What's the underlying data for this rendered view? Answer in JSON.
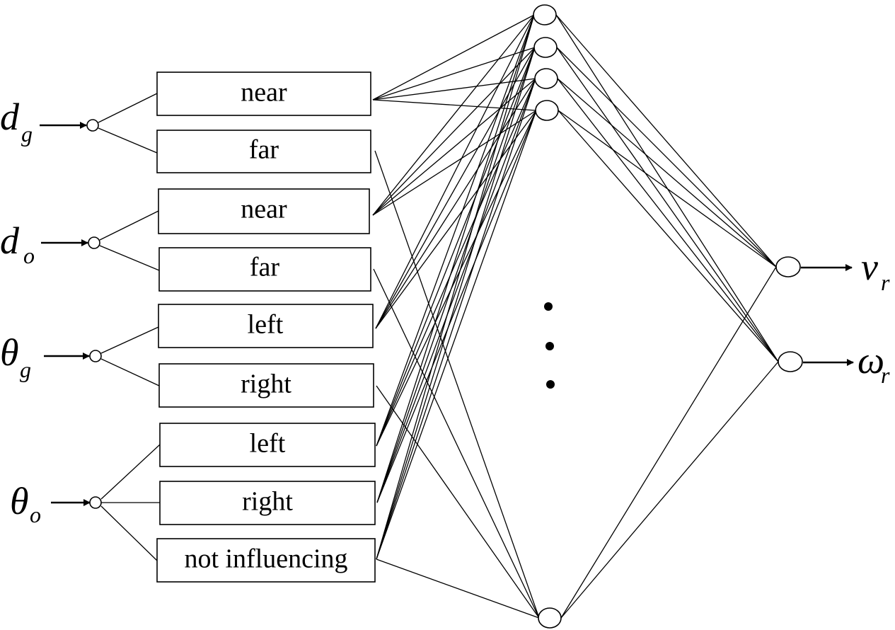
{
  "inputs": [
    {
      "symbol": "d",
      "sub": "g",
      "terms": [
        "near",
        "far"
      ]
    },
    {
      "symbol": "d",
      "sub": "o",
      "terms": [
        "near",
        "far"
      ]
    },
    {
      "symbol": "θ",
      "sub": "g",
      "terms": [
        "left",
        "right"
      ]
    },
    {
      "symbol": "θ",
      "sub": "o",
      "terms": [
        "left",
        "right",
        "not influencing"
      ]
    }
  ],
  "outputs": [
    {
      "symbol": "v",
      "sub": "r"
    },
    {
      "symbol": "ω",
      "sub": "r"
    }
  ],
  "hidden_ellipsis": "⋮"
}
